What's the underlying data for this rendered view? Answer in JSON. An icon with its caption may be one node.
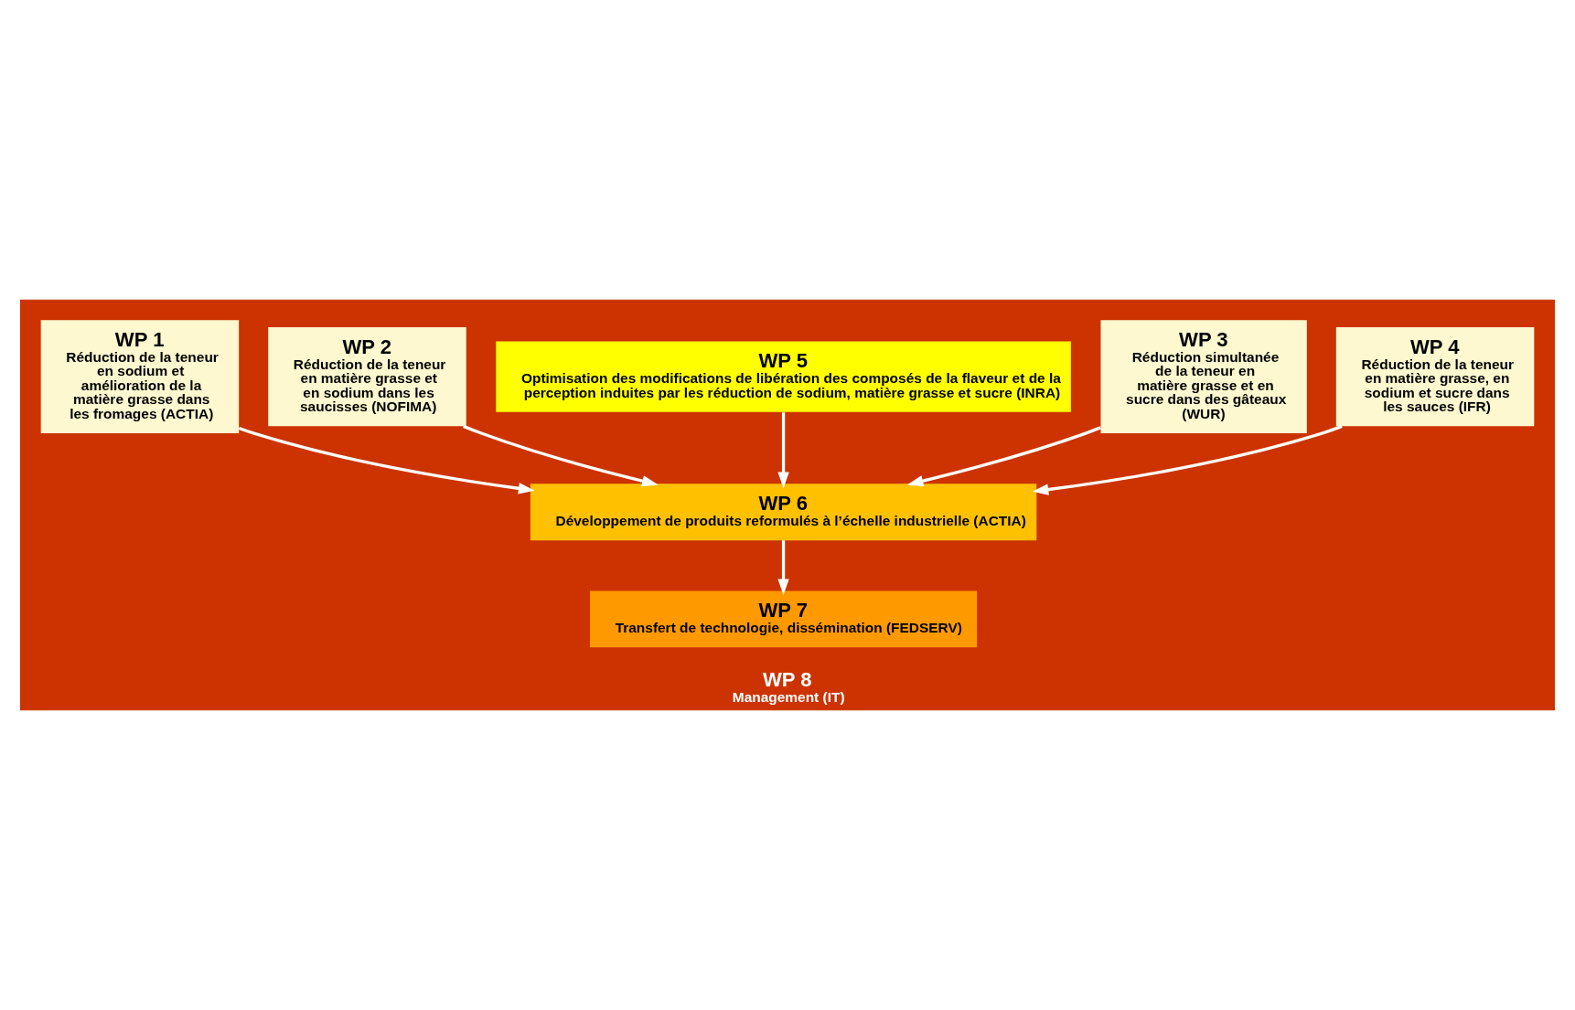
{
  "diagram": {
    "nodes": [
      {
        "text": [
          "WP 8",
          "Management (IT)"
        ]
      },
      {
        "text": [
          "WP 1",
          "Réduction de la teneur en sodium et amélioration de la matière grasse dans les fromages (ACTIA)"
        ],
        "in": 0
      },
      {
        "text": [
          "WP 2",
          "Réduction de la teneur en matière grasse et en sodium dans les saucisses (NOFIMA)"
        ],
        "in": 0
      },
      {
        "text": [
          "WP 3",
          "Réduction simultanée de la teneur en matière grasse et en sucre dans des gâteaux (WUR)"
        ],
        "in": 0
      },
      {
        "text": [
          "WP 4",
          "Réduction de la teneur en matière grasse, en sodium et sucre dans les sauces (IFR)"
        ],
        "in": 0
      },
      {
        "text": [
          "WP 5",
          "Optimisation des modifications de libération des composés de la flaveur et de la perception induites par les réduction de sodium, matière grasse et sucre (INRA)"
        ],
        "in": 0
      },
      {
        "text": [
          "WP 6",
          "Développement de produits reformulés à l’échelle industrielle (ACTIA)"
        ],
        "in": 0
      },
      {
        "text": [
          "WP 7",
          "Transfert de technologie, dissémination (FEDSERV)"
        ],
        "in": 0
      }
    ],
    "edges": [
      {
        "from": 1,
        "to": 6,
        "arrow": "to"
      },
      {
        "from": 2,
        "to": 6,
        "arrow": "to"
      },
      {
        "from": 5,
        "to": 6,
        "arrow": "to"
      },
      {
        "from": 3,
        "to": 6,
        "arrow": "to"
      },
      {
        "from": 4,
        "to": 6,
        "arrow": "to"
      },
      {
        "from": 6,
        "to": 7,
        "arrow": "to"
      }
    ]
  }
}
